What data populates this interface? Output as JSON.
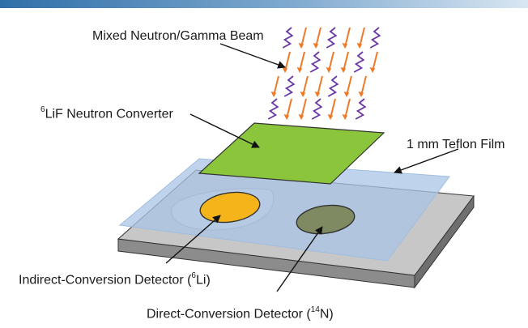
{
  "labels": {
    "beam": "Mixed Neutron/Gamma Beam",
    "converter_sup": "6",
    "converter_rest": "LiF Neutron Converter",
    "teflon": "1 mm Teflon Film",
    "indirect_pre": "Indirect-Conversion Detector (",
    "indirect_sup": "6",
    "indirect_post": "Li)",
    "direct_pre": "Direct-Conversion Detector (",
    "direct_sup": "14",
    "direct_post": "N)"
  },
  "colors": {
    "neutron_arrows": "#ee7a28",
    "gamma_waves": "#6a37a6",
    "converter": "#8ac53c",
    "teflon_film": "#a9c6e6",
    "substrate_top": "#c7c7c7",
    "indirect_detector": "#f4b41a",
    "direct_detector": "#7f8a62"
  }
}
